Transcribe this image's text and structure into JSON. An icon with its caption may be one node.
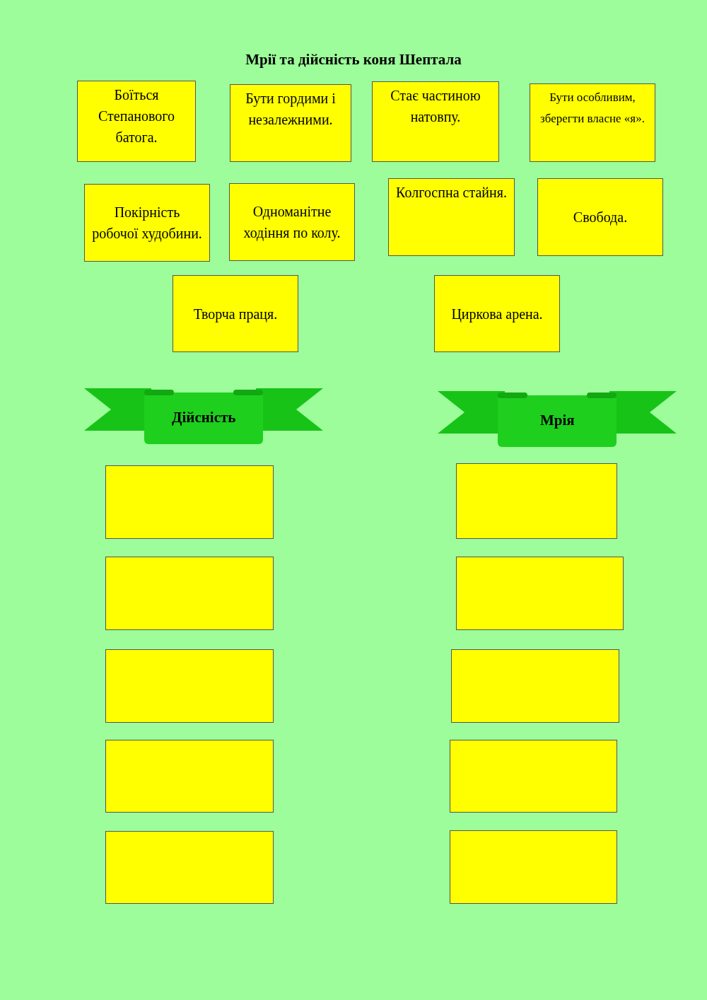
{
  "diagram": {
    "title": "Мрії та дійсність коня Шептала",
    "nodes": [
      {
        "text": [
          "Боїться Степанового батога."
        ]
      },
      {
        "text": [
          "Бути гордими і незалежними."
        ]
      },
      {
        "text": [
          "Стає частиною натовпу."
        ]
      },
      {
        "text": [
          "Бути особливим, зберегти власне «я»."
        ]
      },
      {
        "text": [
          "Покірність робочої худобини."
        ]
      },
      {
        "text": [
          "Одноманітне ходіння по колу."
        ]
      },
      {
        "text": [
          "Колгоспна стайня."
        ]
      },
      {
        "text": [
          "Свобода."
        ]
      },
      {
        "text": [
          "Творча праця."
        ]
      },
      {
        "text": [
          "Циркова арена."
        ]
      },
      {
        "text": [
          "Дійсність"
        ]
      },
      {
        "text": [
          "Мрія"
        ]
      },
      {
        "text": [],
        "shape": "box"
      },
      {
        "text": [],
        "shape": "box"
      },
      {
        "text": [],
        "shape": "box"
      },
      {
        "text": [],
        "shape": "box"
      },
      {
        "text": [],
        "shape": "box"
      },
      {
        "text": [],
        "shape": "box"
      },
      {
        "text": [],
        "shape": "box"
      },
      {
        "text": [],
        "shape": "box"
      },
      {
        "text": [],
        "shape": "box"
      },
      {
        "text": [],
        "shape": "box"
      }
    ]
  }
}
